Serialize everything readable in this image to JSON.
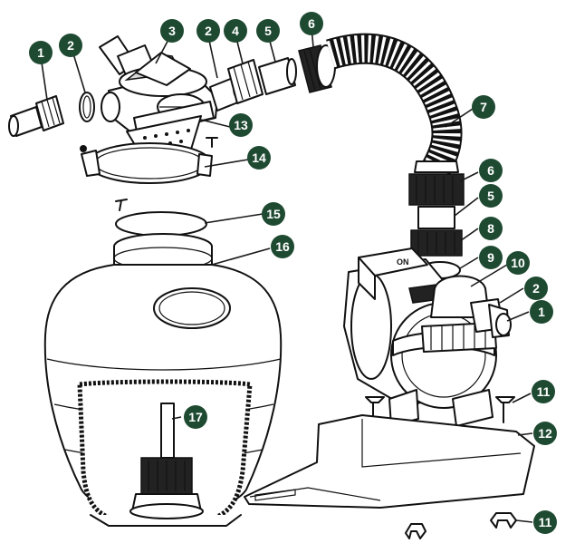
{
  "colors": {
    "callout_fill": "#1f4a32",
    "callout_text": "#ffffff",
    "line": "#111111",
    "shade": "#d9d9d9"
  },
  "callouts": [
    {
      "id": "c1a",
      "label": "1"
    },
    {
      "id": "c2a",
      "label": "2"
    },
    {
      "id": "c3",
      "label": "3"
    },
    {
      "id": "c2b",
      "label": "2"
    },
    {
      "id": "c4",
      "label": "4"
    },
    {
      "id": "c5a",
      "label": "5"
    },
    {
      "id": "c6a",
      "label": "6"
    },
    {
      "id": "c7",
      "label": "7"
    },
    {
      "id": "c13",
      "label": "13"
    },
    {
      "id": "c14",
      "label": "14"
    },
    {
      "id": "c6b",
      "label": "6"
    },
    {
      "id": "c5b",
      "label": "5"
    },
    {
      "id": "c8",
      "label": "8"
    },
    {
      "id": "c9",
      "label": "9"
    },
    {
      "id": "c10",
      "label": "10"
    },
    {
      "id": "c2c",
      "label": "2"
    },
    {
      "id": "c1b",
      "label": "1"
    },
    {
      "id": "c15",
      "label": "15"
    },
    {
      "id": "c16",
      "label": "16"
    },
    {
      "id": "c17",
      "label": "17"
    },
    {
      "id": "c11a",
      "label": "11"
    },
    {
      "id": "c12",
      "label": "12"
    },
    {
      "id": "c11b",
      "label": "11"
    }
  ],
  "pump_label_text": "ON"
}
